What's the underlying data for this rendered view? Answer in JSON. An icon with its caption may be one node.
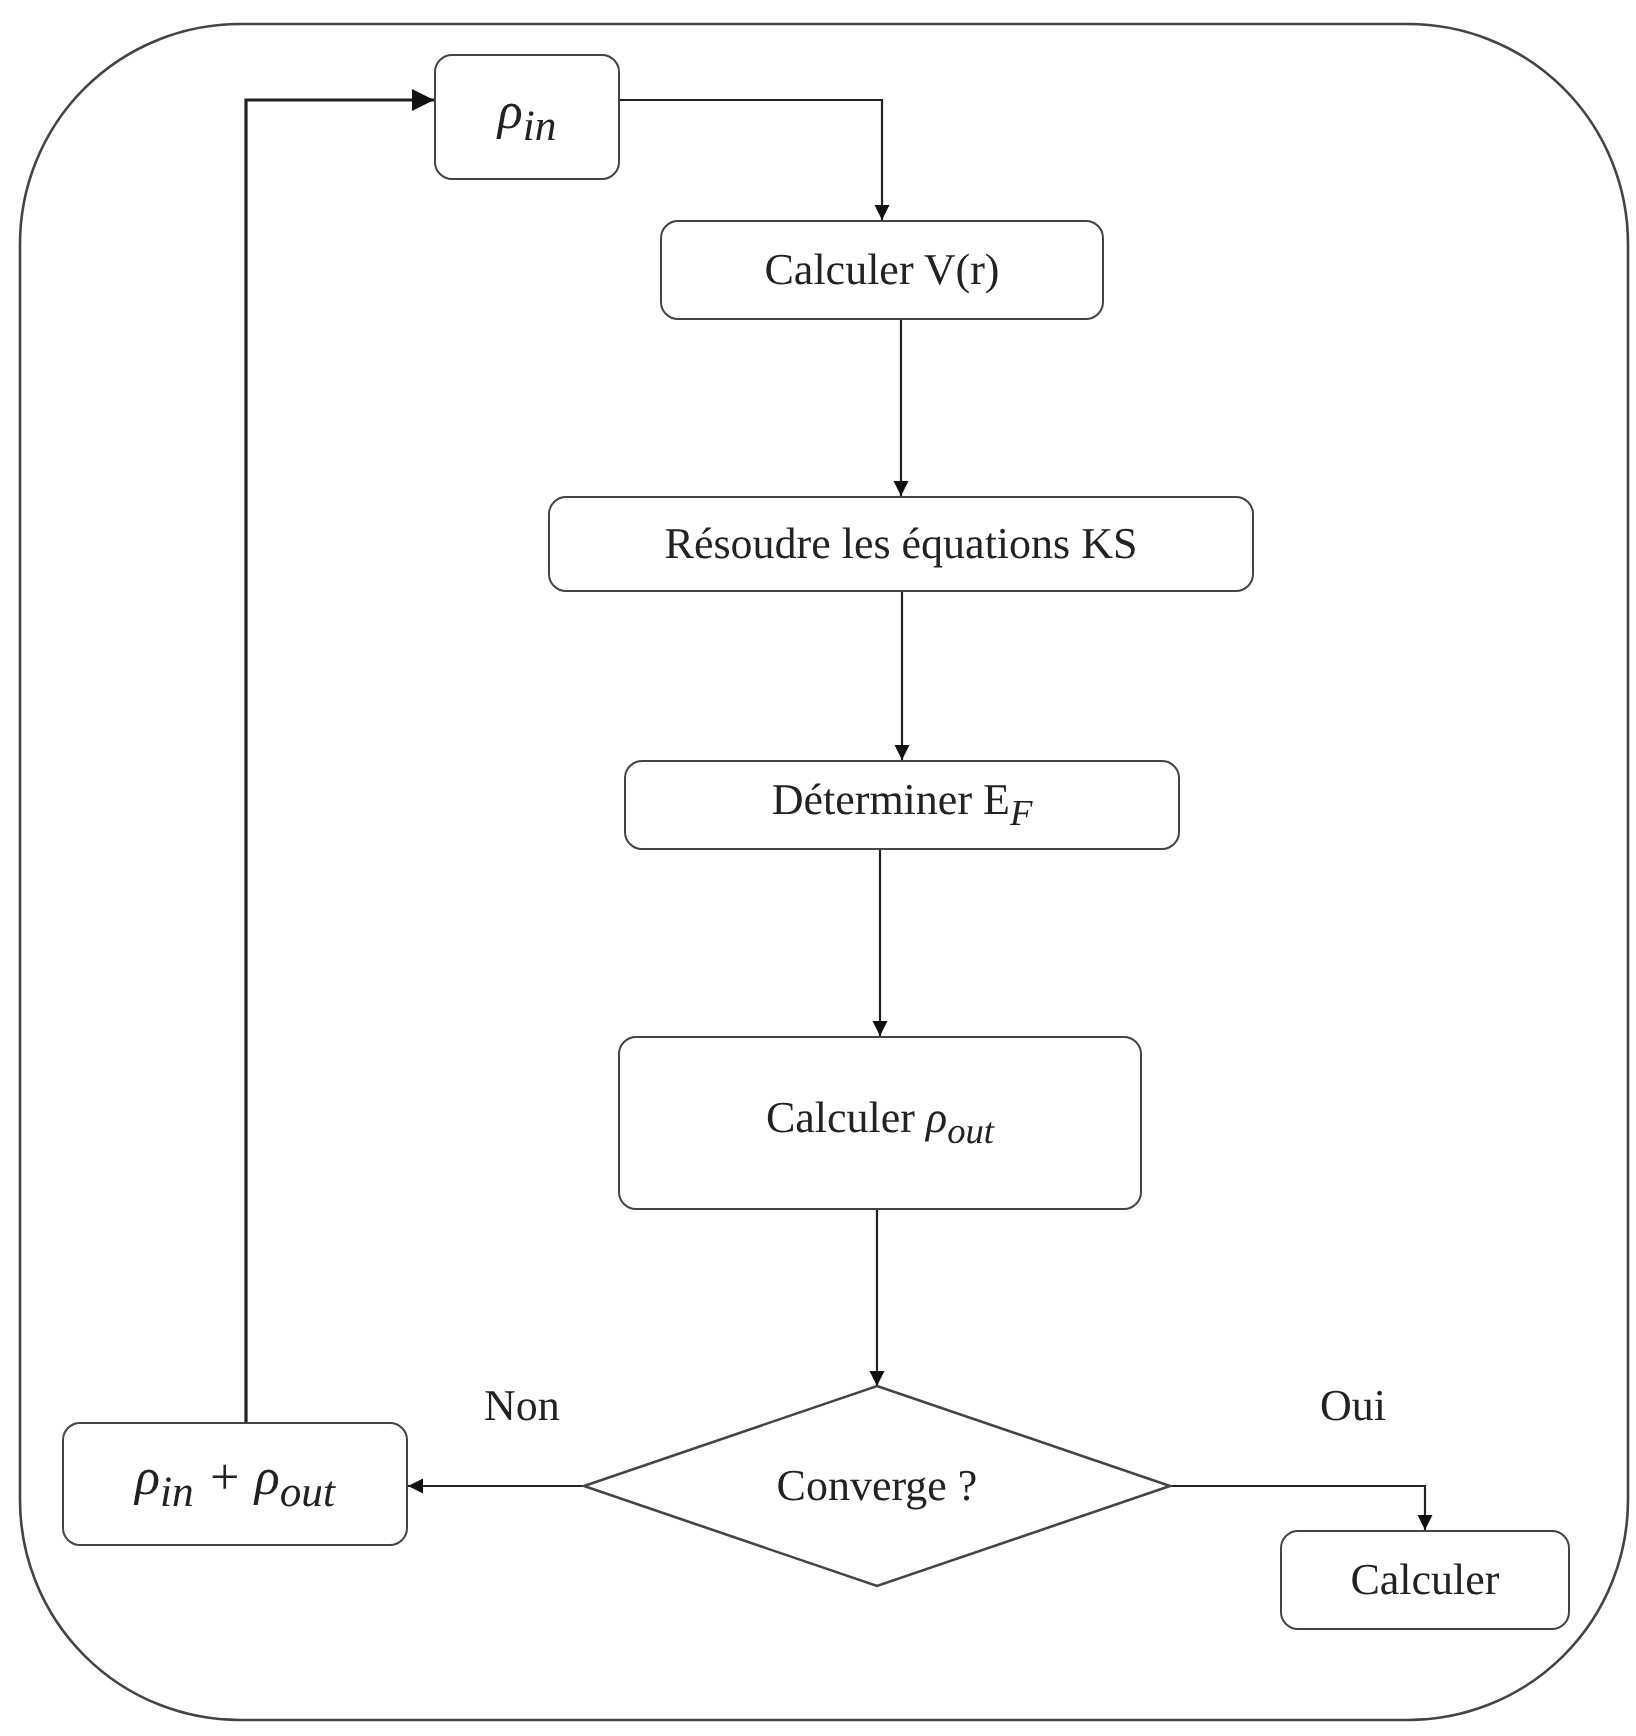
{
  "diagram": {
    "nodes": [
      {
        "text": [
          "ρ$_{in}$"
        ]
      },
      {
        "text": [
          "Calculer V(r)"
        ]
      },
      {
        "text": [
          "Résoudre les équations KS"
        ]
      },
      {
        "text": [
          "Déterminer E$_{F}$"
        ]
      },
      {
        "text": [
          "Calculer *ρ*$_{out}$"
        ]
      },
      {
        "text": [
          "Converge ?"
        ]
      },
      {
        "text": [
          "ρ$_{in}$ + ρ$_{out}$"
        ]
      },
      {
        "text": [
          "Calculer"
        ]
      }
    ],
    "edges": [
      {
        "from": 0,
        "to": 1,
        "arrow": "to"
      },
      {
        "from": 1,
        "to": 2,
        "arrow": "to"
      },
      {
        "from": 2,
        "to": 3,
        "arrow": "to"
      },
      {
        "from": 3,
        "to": 4,
        "arrow": "to"
      },
      {
        "from": 4,
        "to": 5,
        "arrow": "to"
      },
      {
        "from": 5,
        "to": 6,
        "label": "Non",
        "arrow": "to"
      },
      {
        "from": 5,
        "to": 7,
        "label": "Oui",
        "arrow": "to"
      },
      {
        "from": 6,
        "to": 0,
        "arrow": "to"
      }
    ]
  }
}
